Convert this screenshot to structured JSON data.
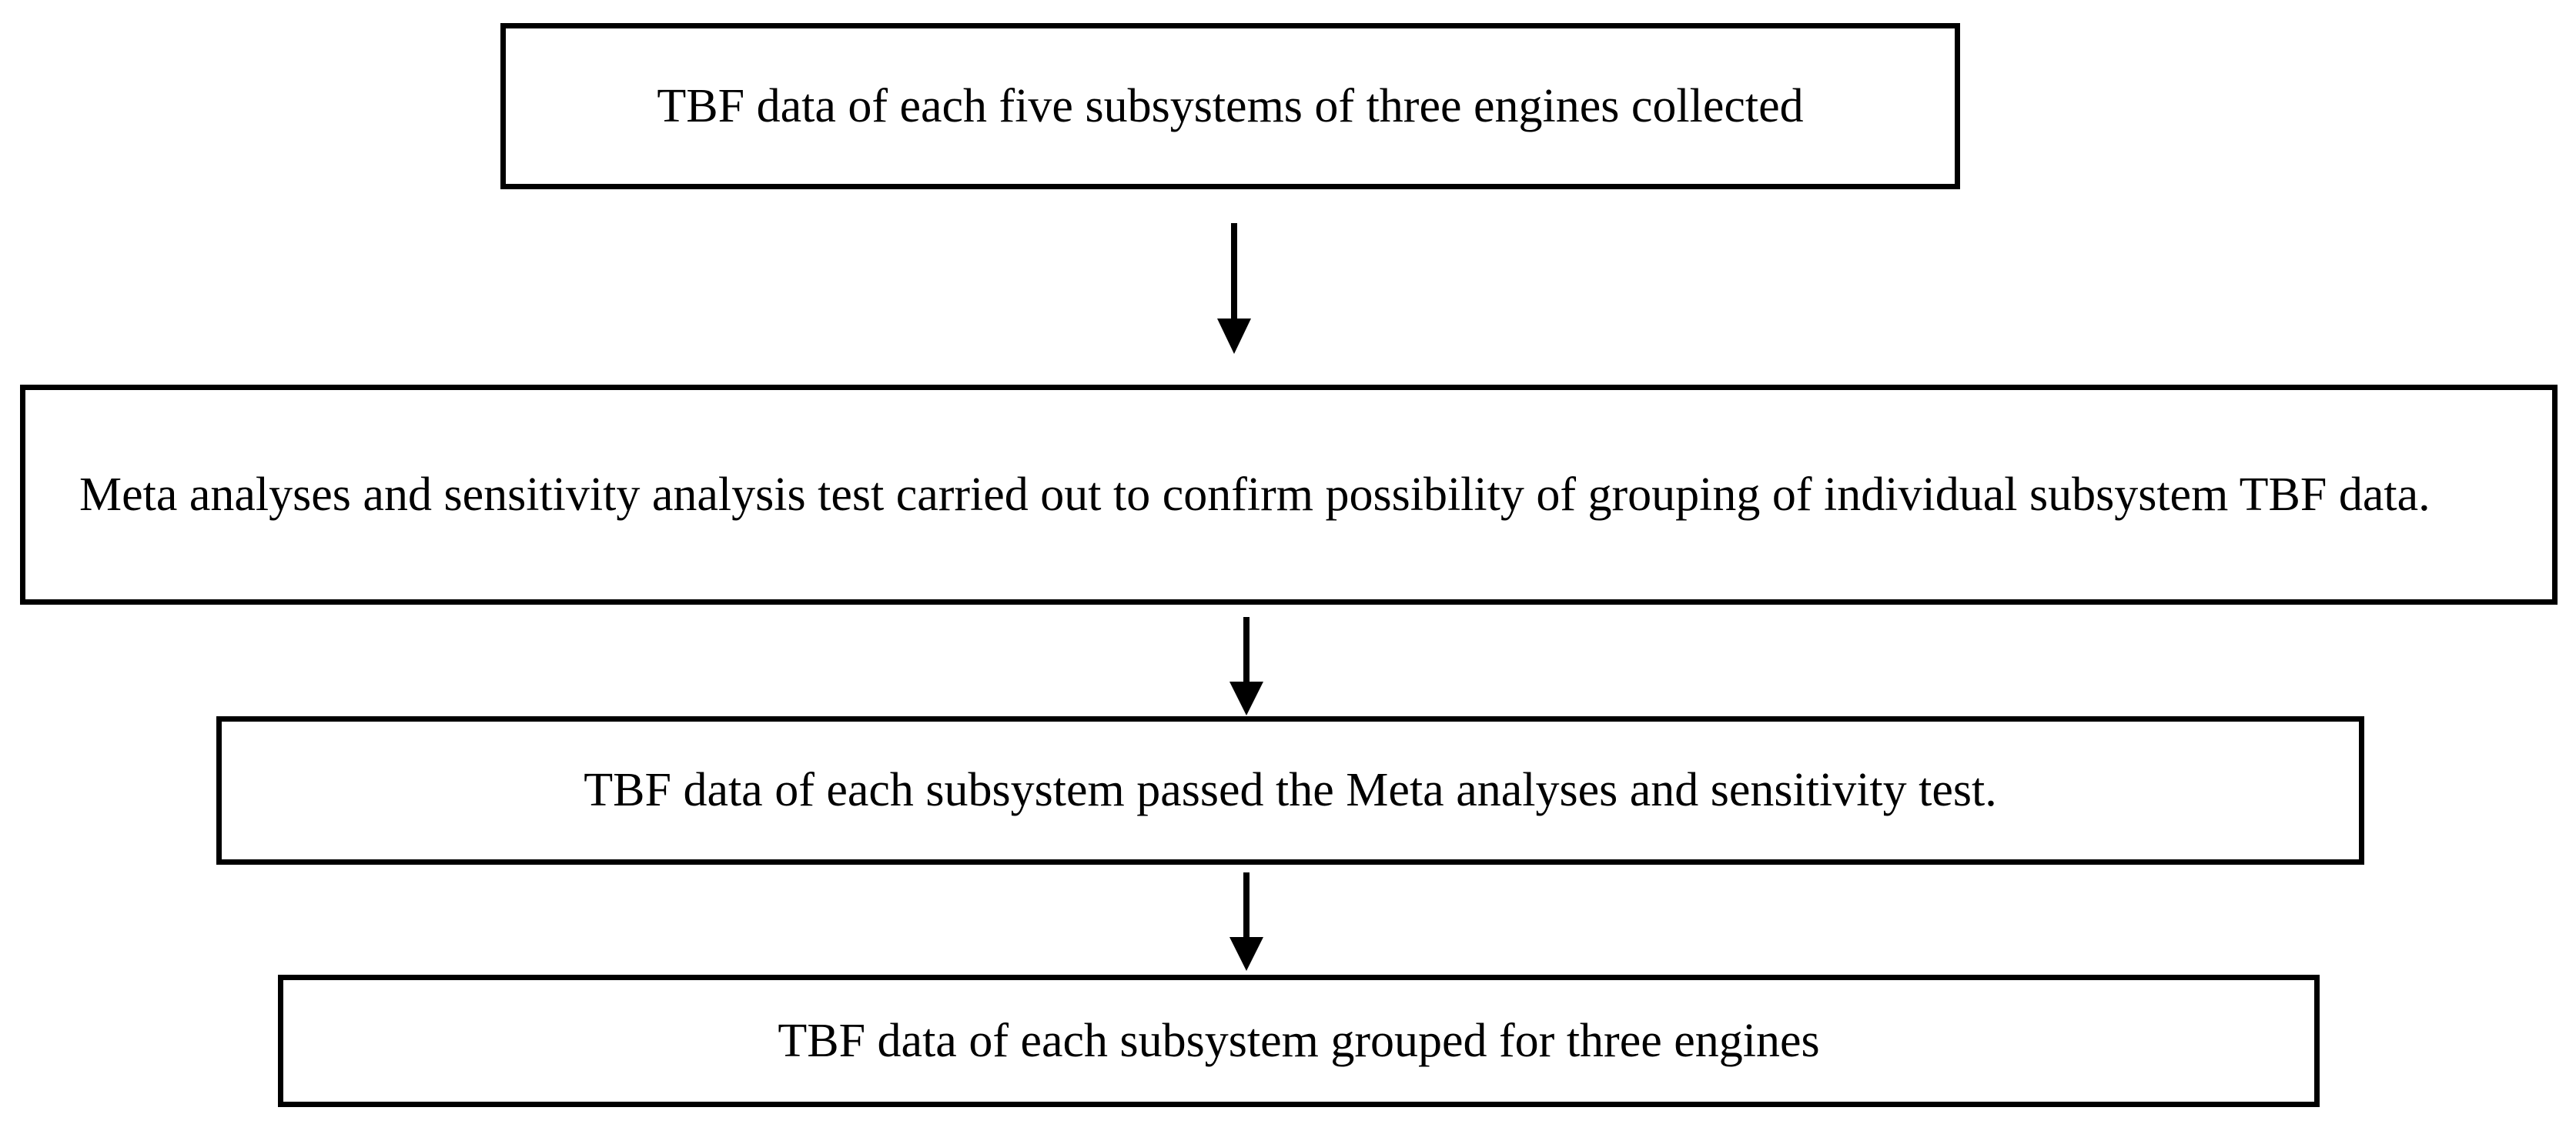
{
  "flowchart": {
    "steps": [
      {
        "text": "TBF data of each five subsystems of three engines collected"
      },
      {
        "text": "Meta analyses and sensitivity analysis test carried out to confirm possibility of grouping of individual subsystem TBF data."
      },
      {
        "text": "TBF data of each subsystem passed the Meta analyses and sensitivity test."
      },
      {
        "text": "TBF data of each subsystem grouped for three engines"
      }
    ]
  },
  "colors": {
    "stroke": "#000000",
    "background": "#ffffff"
  }
}
